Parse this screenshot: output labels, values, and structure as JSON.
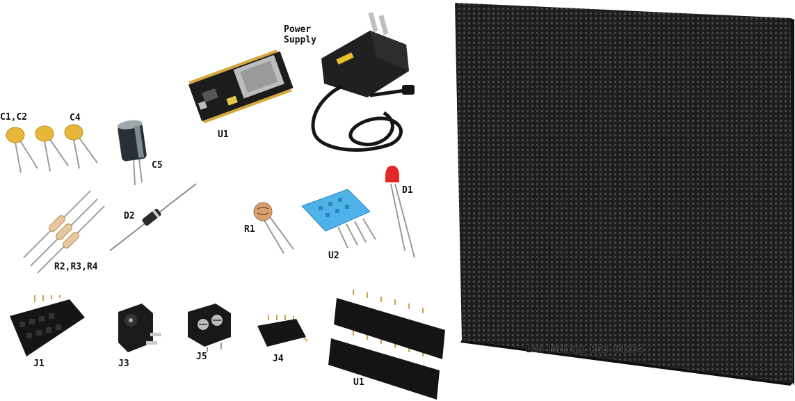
{
  "labels": {
    "power_supply": "Power\nSupply",
    "u1_board": "U1",
    "c1c2": "C1,C2",
    "c4": "C4",
    "c5": "C5",
    "d1": "D1",
    "d2": "D2",
    "r1": "R1",
    "u2": "U2",
    "r2r3r4": "R2,R3,R4",
    "j1": "J1",
    "j3": "J3",
    "j5": "J5",
    "j4": "J4",
    "u1_headers": "U1",
    "led_matrix": "Led Matrix RGB 64x64"
  },
  "icons": {
    "esp32": "esp32-board-icon",
    "adapter": "power-adapter-icon",
    "ceramic_cap": "ceramic-capacitor-icon",
    "electrolytic_cap": "electrolytic-capacitor-icon",
    "diode": "diode-icon",
    "resistor": "resistor-icon",
    "ldr": "photoresistor-icon",
    "dht": "dht-sensor-icon",
    "led": "led-icon",
    "header": "pin-header-icon",
    "dc_jack": "dc-jack-icon",
    "terminal": "terminal-block-icon",
    "matrix": "led-matrix-icon"
  },
  "colors": {
    "cap_yellow": "#e8b73a",
    "cap_black": "#2a2f33",
    "resistor_body": "#e7c79c",
    "dht_blue": "#4fb3ea",
    "led_red": "#e22727",
    "matrix_dark": "#1d1d1d",
    "board_black": "#1e1e1e"
  }
}
